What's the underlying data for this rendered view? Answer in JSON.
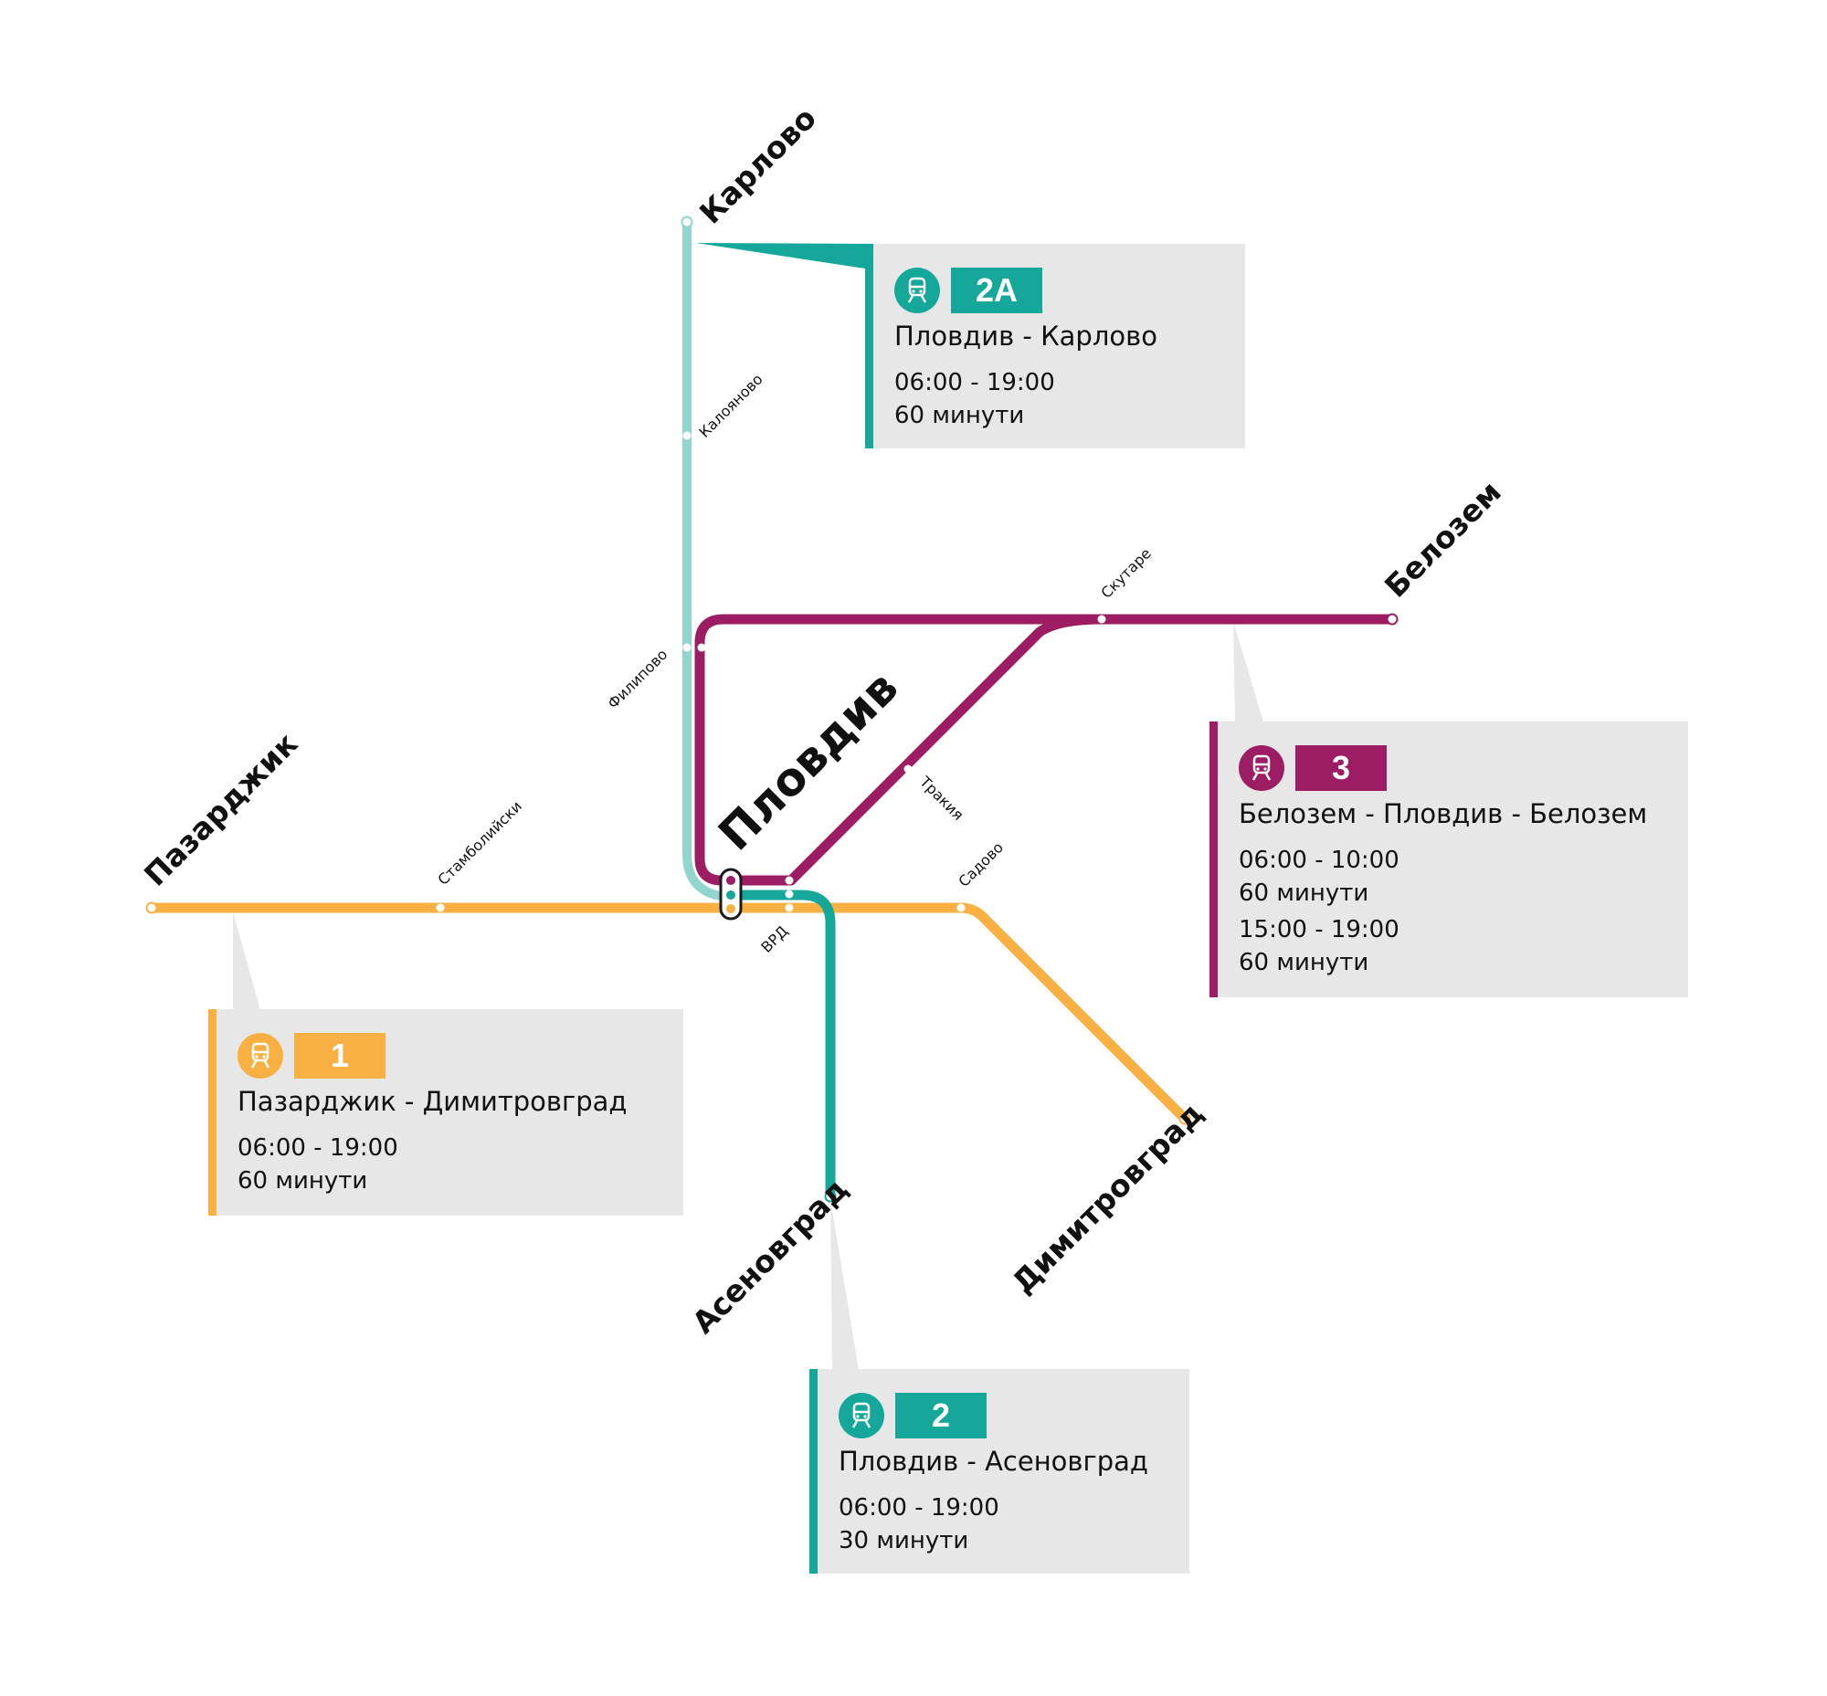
{
  "colors": {
    "line1": "#f8b042",
    "line2": "#15a89a",
    "line2a_light": "#92d5cf",
    "line3": "#9c1d63",
    "card_bg": "#e7e7e8"
  },
  "labels": {
    "hub": "Пловдив",
    "cities": {
      "karlovo": "Карлово",
      "belozem": "Белозем",
      "pazardzhik": "Пазарджик",
      "dimitrovgrad": "Димитровград",
      "asenovgrad": "Асеновград"
    },
    "stations": {
      "kaloyanovo": "Калояново",
      "filipovo": "Филипово",
      "skutare": "Скутаре",
      "trakiya": "Тракия",
      "stamboliyski": "Стамболийски",
      "sadovo": "Садово",
      "vrd": "ВРД"
    }
  },
  "cards": {
    "r2a": {
      "icon": "train-icon",
      "number": "2A",
      "route": "Пловдив - Карлово",
      "times": [
        "06:00 - 19:00",
        "60 минути"
      ]
    },
    "r3": {
      "icon": "train-icon",
      "number": "3",
      "route": "Белозем - Пловдив - Белозем",
      "times": [
        "06:00 - 10:00",
        "60 минути",
        "15:00 - 19:00",
        "60 минути"
      ]
    },
    "r1": {
      "icon": "train-icon",
      "number": "1",
      "route": "Пазарджик - Димитровград",
      "times": [
        "06:00 - 19:00",
        "60 минути"
      ]
    },
    "r2": {
      "icon": "train-icon",
      "number": "2",
      "route": "Пловдив - Асеновград",
      "times": [
        "06:00 - 19:00",
        "30 минути"
      ]
    }
  }
}
